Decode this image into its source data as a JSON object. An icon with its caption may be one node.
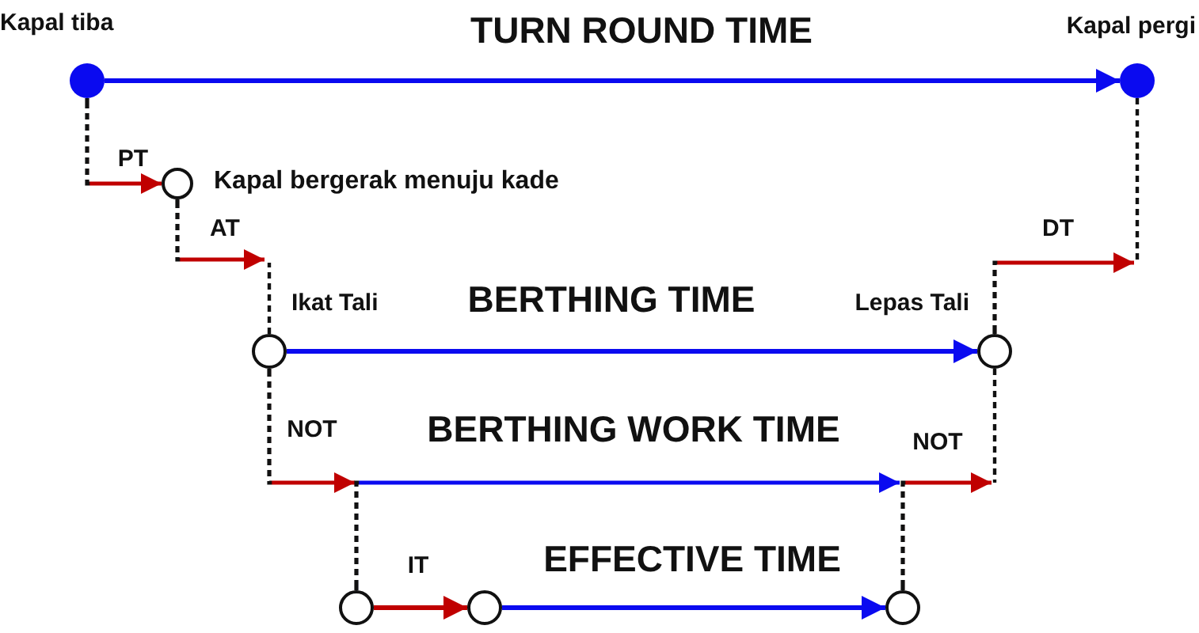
{
  "diagram": {
    "nodes": [
      {
        "text": [],
        "shape": "circle",
        "beside": [
          "Kapal tiba"
        ]
      },
      {
        "text": [],
        "shape": "circle",
        "beside": [
          "Kapal pergi"
        ]
      },
      {
        "text": [],
        "shape": "circle",
        "beside": [
          "Kapal bergerak menuju kade"
        ]
      },
      {
        "text": [],
        "shape": "circle",
        "beside": [
          "Ikat Tali"
        ]
      },
      {
        "text": [],
        "shape": "circle",
        "beside": [
          "Lepas Tali"
        ]
      },
      {
        "text": [],
        "shape": "circle"
      },
      {
        "text": [],
        "shape": "circle"
      },
      {
        "text": [],
        "shape": "circle"
      }
    ],
    "edges": [
      {
        "from": 0,
        "to": 1,
        "arrow": "to",
        "label": "TURN ROUND TIME",
        "color": "#0a0af0"
      },
      {
        "from": 0,
        "to": 2,
        "arrow": "to",
        "label": "PT",
        "color": "#c00000"
      },
      {
        "from": 2,
        "to": 3,
        "arrow": "to",
        "label": "AT",
        "color": "#c00000"
      },
      {
        "from": 3,
        "to": null,
        "arrow": "none",
        "style": "dashed",
        "color": "#111111"
      },
      {
        "from": 1,
        "to": null,
        "arrow": "none",
        "style": "dashed",
        "color": "#111111"
      },
      {
        "from": 4,
        "to": null,
        "arrow": "to",
        "label": "DT",
        "color": "#c00000"
      },
      {
        "from": 3,
        "to": 4,
        "arrow": "to",
        "label": "BERTHING TIME",
        "color": "#0a0af0"
      },
      {
        "from": 3,
        "to": null,
        "arrow": "to",
        "label": "NOT",
        "color": "#c00000"
      },
      {
        "from": 5,
        "to": null,
        "arrow": "to",
        "label": "BERTHING WORK TIME",
        "color": "#0a0af0"
      },
      {
        "from": 7,
        "to": null,
        "arrow": "to",
        "label": "NOT",
        "color": "#c00000"
      },
      {
        "from": 4,
        "to": null,
        "arrow": "none",
        "style": "dashed",
        "color": "#111111"
      },
      {
        "from": 5,
        "to": 6,
        "arrow": "to",
        "label": "IT",
        "color": "#c00000"
      },
      {
        "from": 6,
        "to": 7,
        "arrow": "to",
        "label": "EFFECTIVE TIME",
        "color": "#0a0af0"
      }
    ]
  }
}
